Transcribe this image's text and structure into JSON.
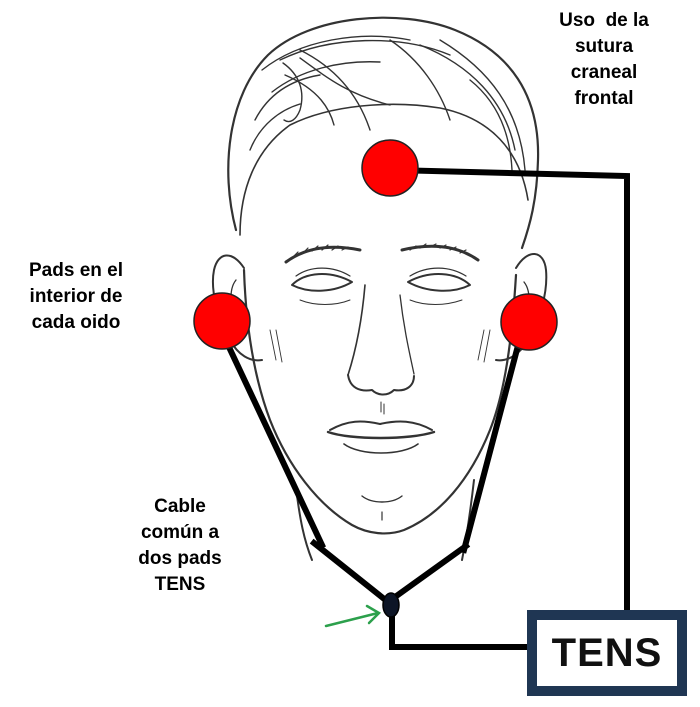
{
  "labels": {
    "frontal": [
      "Uso  de la",
      "sutura",
      "craneal",
      "frontal"
    ],
    "ears": [
      "Pads en el",
      "interior de",
      "cada oido"
    ],
    "cable": [
      "Cable",
      "común a",
      "dos pads",
      "TENS"
    ]
  },
  "device": {
    "label": "TENS"
  },
  "colors": {
    "pad_fill": "#ff0000",
    "pad_stroke": "#222222",
    "wire": "#000000",
    "device_border": "#1f3653",
    "arrow": "#2ca04c",
    "sketch": "#333333"
  }
}
